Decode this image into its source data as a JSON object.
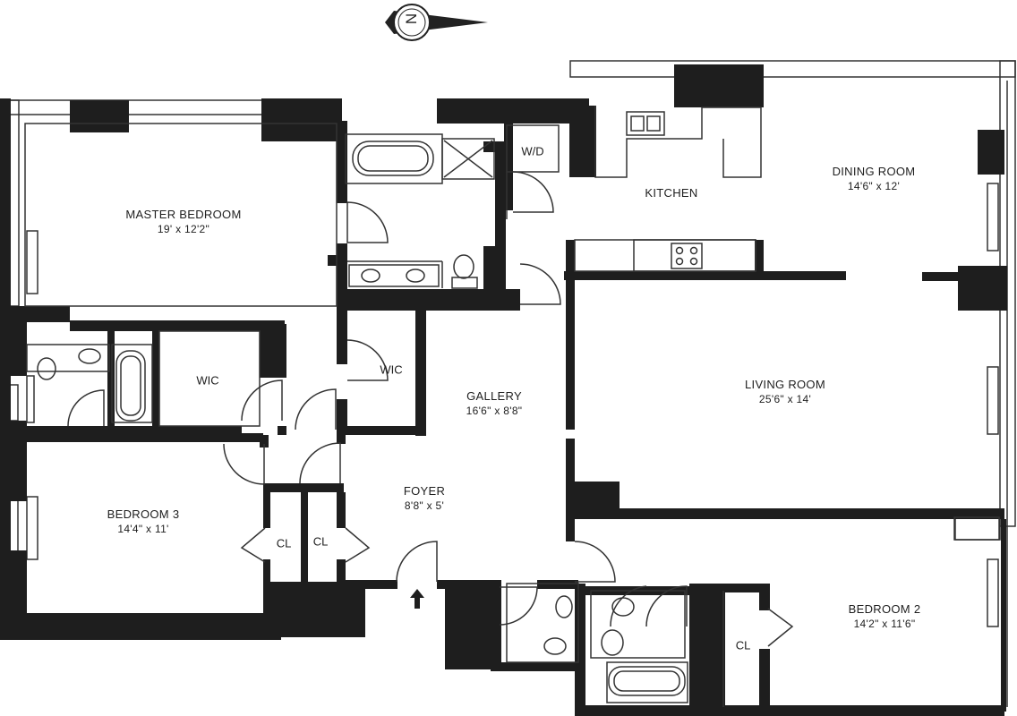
{
  "compass": {
    "letter": "N",
    "icon": "north-arrow-icon",
    "points": "right"
  },
  "rooms": {
    "master_bedroom": {
      "name": "MASTER BEDROOM",
      "dims": "19' x 12'2\""
    },
    "kitchen": {
      "name": "KITCHEN"
    },
    "dining_room": {
      "name": "DINING ROOM",
      "dims": "14'6\" x 12'"
    },
    "living_room": {
      "name": "LIVING ROOM",
      "dims": "25'6\" x 14'"
    },
    "gallery": {
      "name": "GALLERY",
      "dims": "16'6\" x 8'8\""
    },
    "foyer": {
      "name": "FOYER",
      "dims": "8'8\" x 5'"
    },
    "bedroom_3": {
      "name": "BEDROOM 3",
      "dims": "14'4\" x 11'"
    },
    "bedroom_2": {
      "name": "BEDROOM 2",
      "dims": "14'2\" x 11'6\""
    }
  },
  "small_labels": {
    "wd": "W/D",
    "wic_master": "WIC",
    "wic_hall": "WIC",
    "cl_left": "CL",
    "cl_right": "CL",
    "cl_bedroom2": "CL"
  },
  "colors": {
    "wall": "#1e1e1e",
    "background": "#ffffff",
    "line": "#333333"
  }
}
